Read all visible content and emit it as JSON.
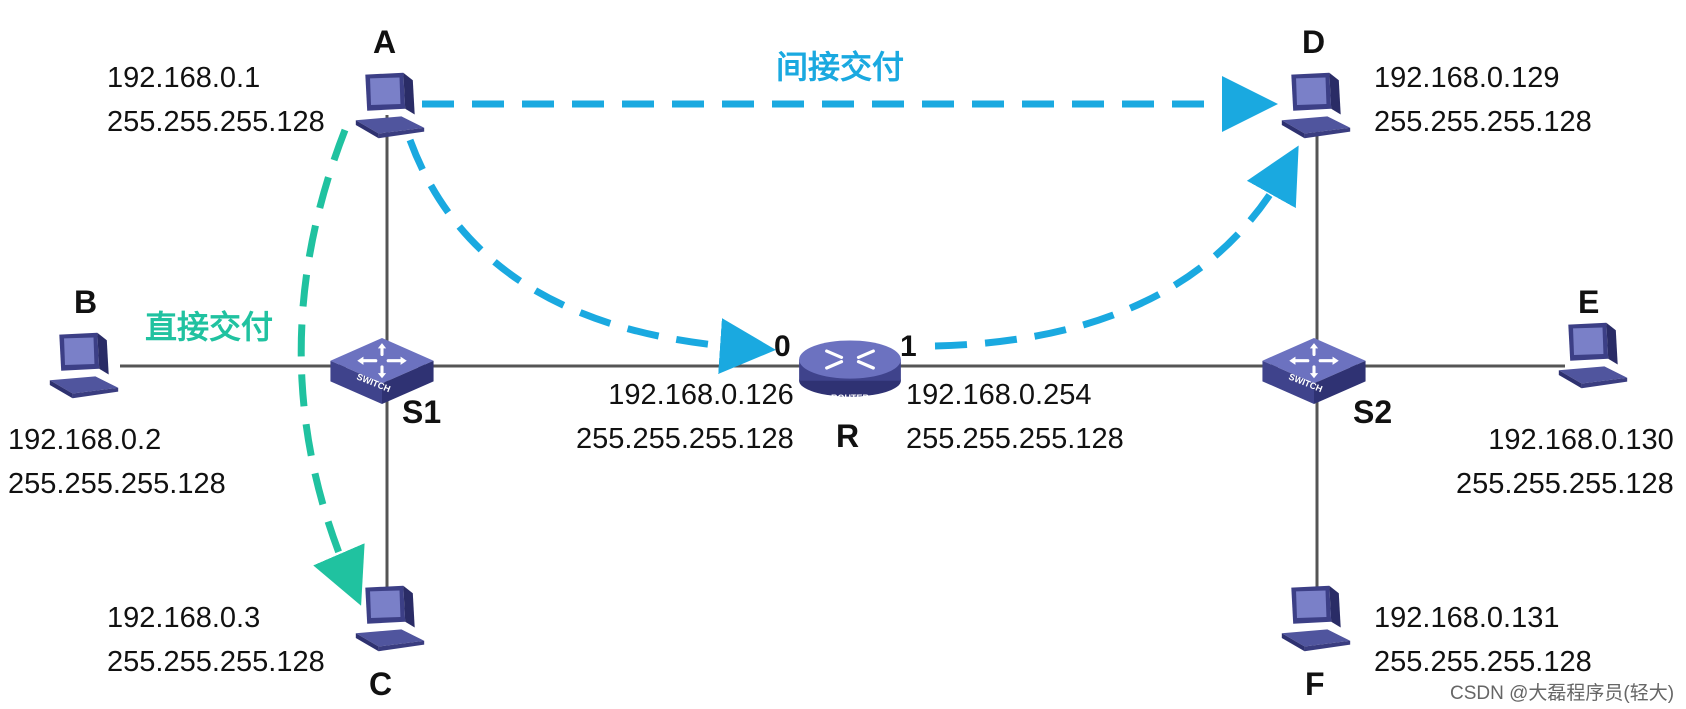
{
  "colors": {
    "indirect": "#1aa9e0",
    "direct": "#20c2a0",
    "link": "#555555",
    "device": "#5a5fa8"
  },
  "hosts": {
    "A": {
      "letter": "A",
      "ip": "192.168.0.1",
      "mask": "255.255.255.128"
    },
    "B": {
      "letter": "B",
      "ip": "192.168.0.2",
      "mask": "255.255.255.128"
    },
    "C": {
      "letter": "C",
      "ip": "192.168.0.3",
      "mask": "255.255.255.128"
    },
    "D": {
      "letter": "D",
      "ip": "192.168.0.129",
      "mask": "255.255.255.128"
    },
    "E": {
      "letter": "E",
      "ip": "192.168.0.130",
      "mask": "255.255.255.128"
    },
    "F": {
      "letter": "F",
      "ip": "192.168.0.131",
      "mask": "255.255.255.128"
    }
  },
  "switches": {
    "S1": {
      "label": "S1",
      "badge": "SWITCH"
    },
    "S2": {
      "label": "S2",
      "badge": "SWITCH"
    }
  },
  "router": {
    "label": "R",
    "badge": "ROUTER",
    "port0": {
      "num": "0",
      "ip": "192.168.0.126",
      "mask": "255.255.255.128"
    },
    "port1": {
      "num": "1",
      "ip": "192.168.0.254",
      "mask": "255.255.255.128"
    }
  },
  "annotations": {
    "indirect": "间接交付",
    "direct": "直接交付"
  },
  "watermark": "CSDN @大磊程序员(轻大)"
}
